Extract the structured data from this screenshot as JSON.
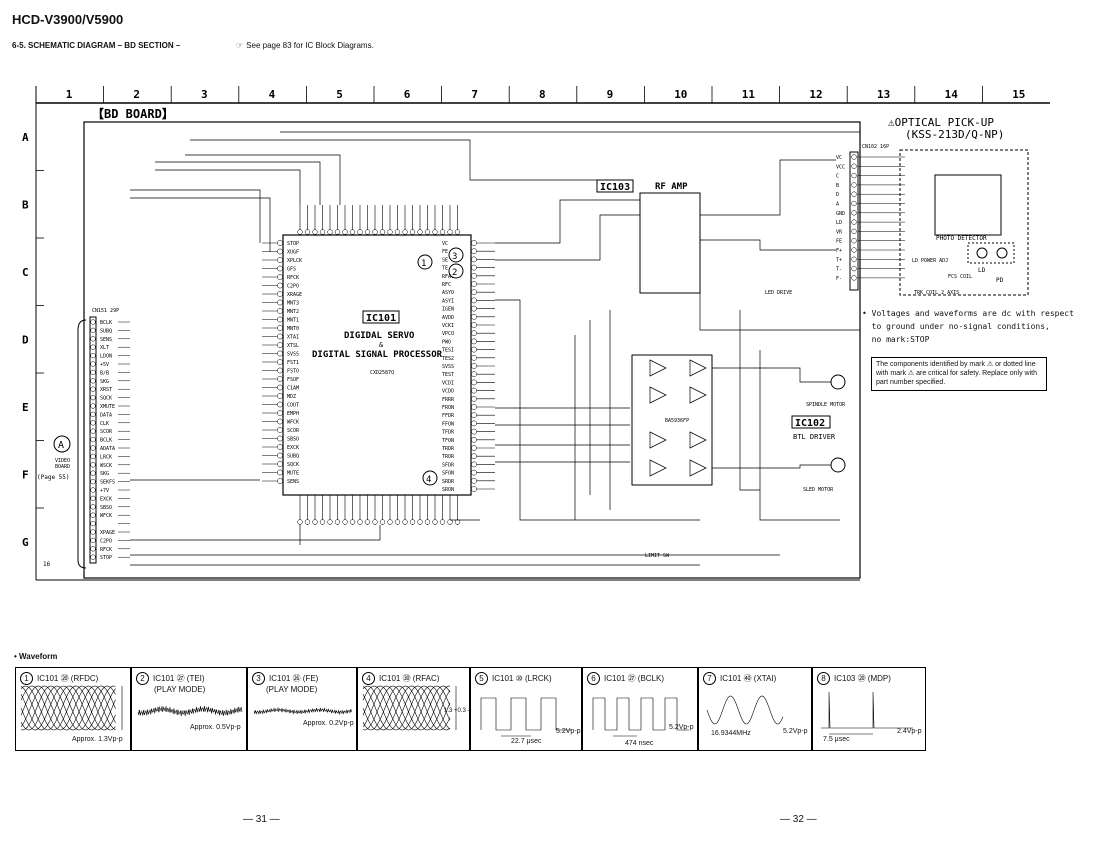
{
  "header": {
    "model": "HCD-V3900/V5900",
    "section": "6-5.  SCHEMATIC DIAGRAM – BD SECTION –",
    "note": "See page 83 for IC Block Diagrams."
  },
  "grid": {
    "columns": [
      "1",
      "2",
      "3",
      "4",
      "5",
      "6",
      "7",
      "8",
      "9",
      "10",
      "11",
      "12",
      "13",
      "14",
      "15"
    ],
    "rows": [
      "A",
      "B",
      "C",
      "D",
      "E",
      "F",
      "G"
    ]
  },
  "board": {
    "title": "【BD BOARD】",
    "pickup_title": "⚠OPTICAL PICK-UP",
    "pickup_model": "(KSS-213D/Q-NP)",
    "ic101": {
      "ref": "IC101",
      "line1": "DIGIDAL SERVO",
      "amp": "&",
      "line2": "DIGITAL SIGNAL PROCESSOR",
      "part": "CXD2587Q"
    },
    "ic102": {
      "ref": "IC102",
      "label": "BTL DRIVER",
      "part": "BA5936FP"
    },
    "ic103": {
      "ref": "IC103",
      "label": "RF AMP"
    },
    "video_ref": "A",
    "video_board": "VIDEO\nBOARD",
    "page_ref": "(Page 55)",
    "connector_left": "CN151\n29P",
    "connector_right": "CN102\n16P",
    "spindle_motor": "SPINDLE MOTOR",
    "sled_motor": "SLED MOTOR",
    "led_drive": "LED DRIVE",
    "photo_detector": "PHOTO DETECTOR",
    "ld_power_adj": "LD POWER ADJ",
    "fcs_coil": "FCS COIL",
    "trk_coil": "TRK COIL  2 AXIS",
    "ld": "LD",
    "pd": "PD",
    "limit_sw": "LIMIT SW",
    "pin_count": "16"
  },
  "left_pins": [
    "BCLK",
    "SUBQ",
    "SENS",
    "XLT",
    "LDON",
    "+5V",
    "B/B",
    "SKG",
    "XRST",
    "SQCK",
    "XMUTE",
    "DATA",
    "CLK",
    "SCOR",
    "BCLK",
    "ADATA",
    "LRCK",
    "WSCK",
    "SKG",
    "SEKFS",
    "+7V",
    "EXCK",
    "SBSO",
    "WFCK",
    "",
    "XPAGE",
    "C2PO",
    "RFCK",
    "STOP"
  ],
  "right_pins": [
    "VC",
    "VCC",
    "C",
    "B",
    "D",
    "A",
    "GND",
    "LD",
    "VR",
    "FE",
    "F+",
    "T+",
    "T-",
    "F-"
  ],
  "ic101_left_pins": [
    "STOP",
    "XUGF",
    "XPLCK",
    "GFS",
    "RFCK",
    "C2PO",
    "XRAGE",
    "MNT3",
    "MNT2",
    "MNT1",
    "MNT0",
    "XTAI",
    "XTSL",
    "SVSS",
    "FST1",
    "FSTO",
    "FSOF",
    "C1AM",
    "MDZ",
    "COUT",
    "EMPH",
    "WFCK",
    "SCOR",
    "SBSO",
    "EXCK",
    "SUBQ",
    "SQCK",
    "MUTE",
    "SENS"
  ],
  "ic101_right_pins": [
    "VC",
    "FE",
    "SE",
    "TE",
    "RFAC",
    "RFC",
    "ASYO",
    "ASYI",
    "IGEN",
    "AVDD",
    "VCKI",
    "VPCO",
    "PWO",
    "TESI",
    "TES2",
    "SVSS",
    "TEST",
    "VCDI",
    "VCDD",
    "FRRR",
    "FRON",
    "FFDR",
    "FFON",
    "TFDR",
    "TFON",
    "TRDR",
    "TROR",
    "SFDR",
    "SFON",
    "SRDR",
    "SRON"
  ],
  "circled_markers": [
    "1",
    "2",
    "3",
    "4"
  ],
  "voltage_note": "• Voltages and waveforms are dc with respect\n  to ground under no-signal conditions,\n  no mark:STOP",
  "safety_note": "The components identified by mark ⚠ or dotted line with mark ⚠ are critical for safety. Replace only with part number specified.",
  "waveform": {
    "heading": "• Waveform",
    "items": [
      {
        "num": "1",
        "title": "IC101 ⑳ (RFDC)",
        "mode": "",
        "amp": "Approx. 1.3Vp-p",
        "time": "",
        "freq": ""
      },
      {
        "num": "2",
        "title": "IC101 ㉗ (TEI)",
        "mode": "(PLAY MODE)",
        "amp": "Approx. 0.5Vp-p",
        "time": "",
        "freq": ""
      },
      {
        "num": "3",
        "title": "IC101 ㉖ (FE)",
        "mode": "(PLAY MODE)",
        "amp": "Approx. 0.2Vp-p",
        "time": "",
        "freq": ""
      },
      {
        "num": "4",
        "title": "IC101 ㉚ (RFAC)",
        "mode": "",
        "amp": "1.3 +0.3 -0.2 Vp-p",
        "time": "",
        "freq": ""
      },
      {
        "num": "5",
        "title": "IC101 ⑩ (LRCK)",
        "mode": "",
        "amp": "5.2Vp-p",
        "time": "22.7 μsec",
        "freq": ""
      },
      {
        "num": "6",
        "title": "IC101 ㉗ (BCLK)",
        "mode": "",
        "amp": "5.2Vp-p",
        "time": "474 nsec",
        "freq": ""
      },
      {
        "num": "7",
        "title": "IC101 ㊵ (XTAI)",
        "mode": "",
        "amp": "5.2Vp-p",
        "time": "",
        "freq": "16.9344MHz"
      },
      {
        "num": "8",
        "title": "IC103 ⑳ (MDP)",
        "mode": "",
        "amp": "2.4Vp-p",
        "time": "7.5 μsec",
        "freq": ""
      }
    ]
  },
  "footer": {
    "page_left": "— 31 —",
    "page_right": "— 32 —"
  }
}
